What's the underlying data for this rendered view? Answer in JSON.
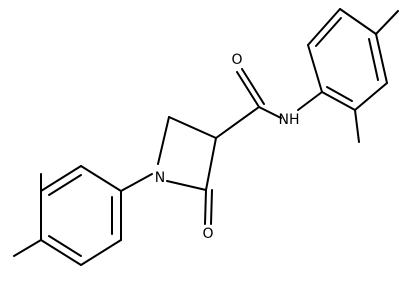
{
  "atoms": {
    "n1": "N",
    "o_carbonyl": "O",
    "nh": "NH",
    "o_amide": "O"
  },
  "colors": {
    "bond": "#000000",
    "background": "#ffffff"
  }
}
